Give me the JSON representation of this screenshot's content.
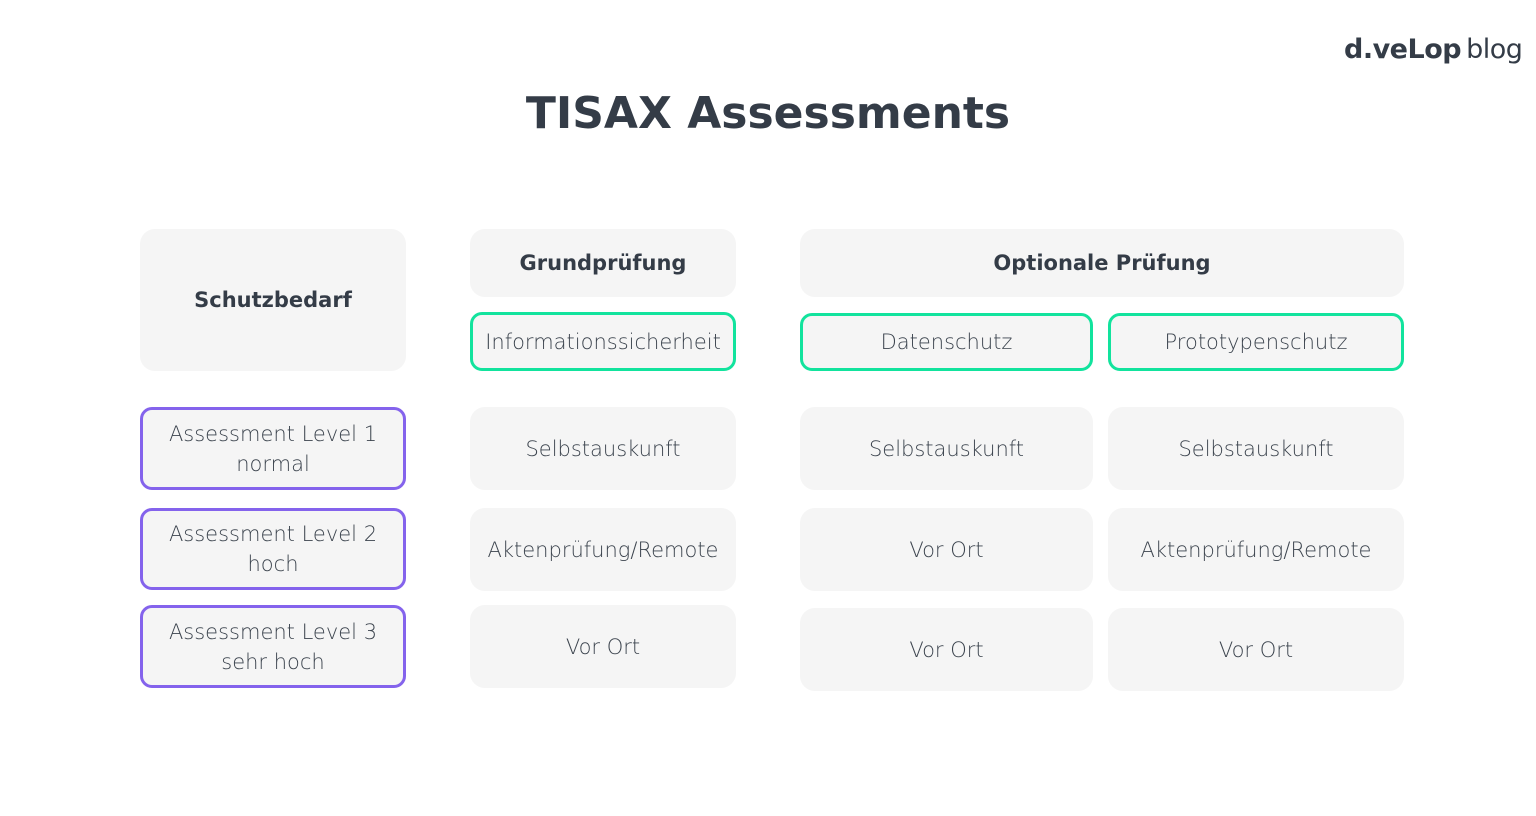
{
  "logo": {
    "brand": "d.veLop",
    "suffix": "blog"
  },
  "title": "TISAX Assessments",
  "headers": {
    "schutzbedarf": "Schutzbedarf",
    "grundpruefung": "Grundprüfung",
    "optionale_pruefung": "Optionale Prüfung"
  },
  "categories": [
    "Informationssicherheit",
    "Datenschutz",
    "Prototypenschutz"
  ],
  "levels": [
    {
      "line1": "Assessment Level 1",
      "line2": "normal"
    },
    {
      "line1": "Assessment Level 2",
      "line2": "hoch"
    },
    {
      "line1": "Assessment Level 3",
      "line2": "sehr hoch"
    }
  ],
  "grid": [
    [
      "Selbstauskunft",
      "Selbstauskunft",
      "Selbstauskunft"
    ],
    [
      "Aktenprüfung/Remote",
      "Vor Ort",
      "Aktenprüfung/Remote"
    ],
    [
      "Vor Ort",
      "Vor Ort",
      "Vor Ort"
    ]
  ],
  "colors": {
    "green": "#12e39d",
    "purple": "#8463ec",
    "text": "#343c47",
    "box": "#f5f5f5"
  }
}
